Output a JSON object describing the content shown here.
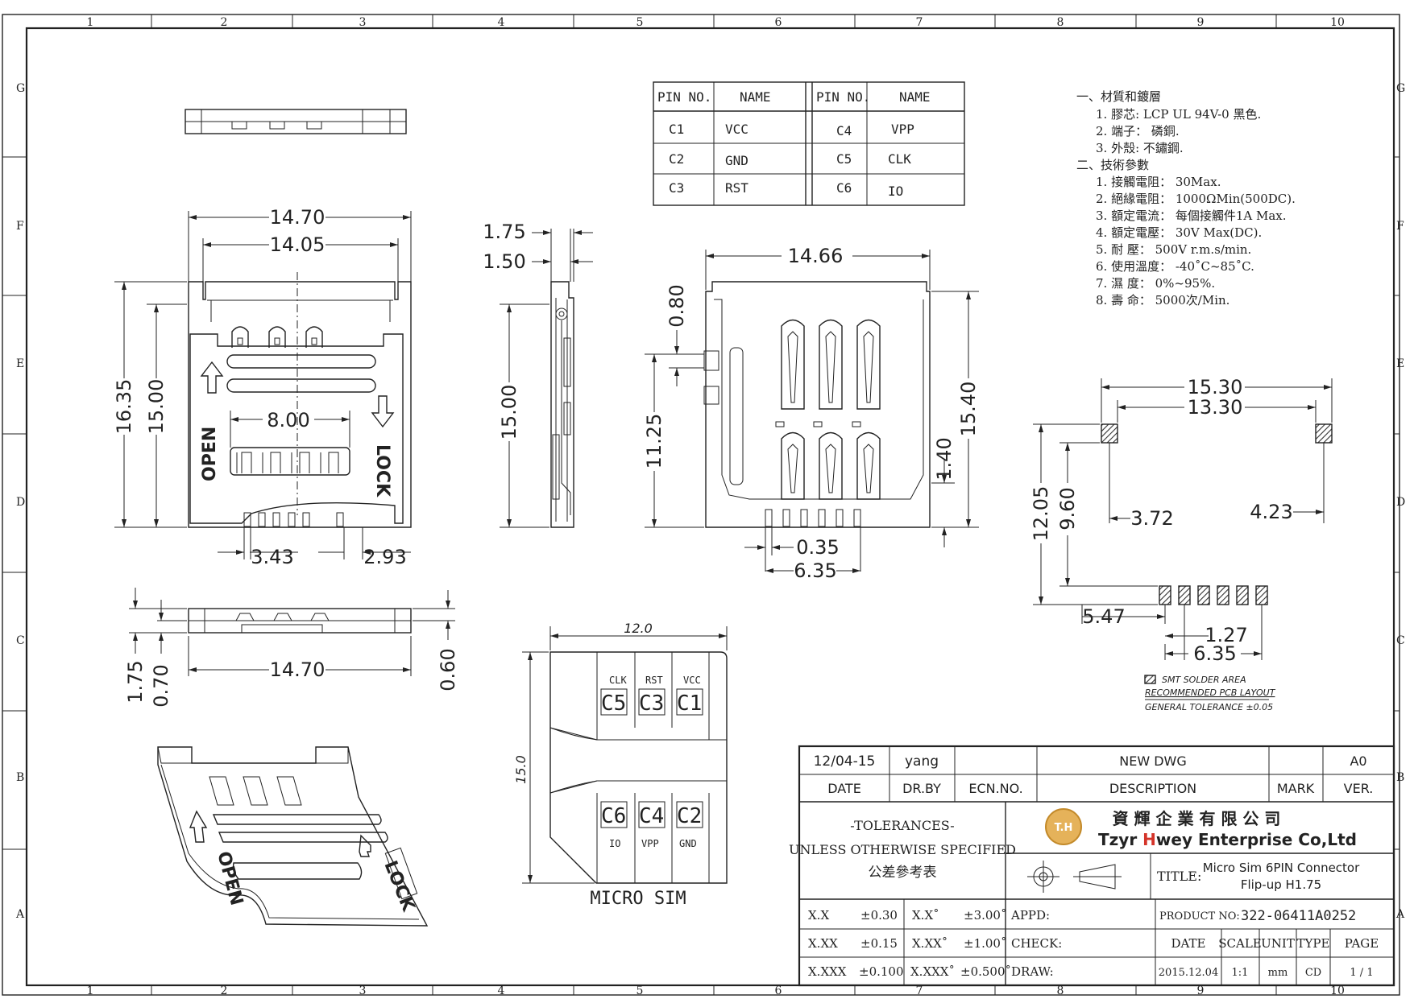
{
  "border": {
    "cols": [
      "1",
      "2",
      "3",
      "4",
      "5",
      "6",
      "7",
      "8",
      "9",
      "10"
    ],
    "rows": [
      "G",
      "F",
      "E",
      "D",
      "C",
      "B",
      "A"
    ]
  },
  "pin_table": {
    "headers": [
      "PIN NO.",
      "NAME",
      "PIN NO.",
      "NAME"
    ],
    "rows": [
      [
        "C1",
        "VCC",
        "C4",
        "VPP"
      ],
      [
        "C2",
        "GND",
        "C5",
        "CLK"
      ],
      [
        "C3",
        "RST",
        "C6",
        "IO"
      ]
    ]
  },
  "specs": {
    "sec1": "一、材質和鍍層",
    "sec1_items": [
      "1. 膠芯: LCP  UL 94V-0 黑色.",
      "2. 端子： 磷銅.",
      "3. 外殼: 不鏽鋼."
    ],
    "sec2": "二、技術參數",
    "sec2_items": [
      "1. 接觸電阻： 30Max.",
      "2. 絕緣電阻： 1000ΩMin(500DC).",
      "3. 額定電流： 每個接觸件1A Max.",
      "4. 額定電壓： 30V Max(DC).",
      "5. 耐       壓： 500V r.m.s/min.",
      "6. 使用溫度： -40˚C~85˚C.",
      "7. 濕       度： 0%~95%.",
      "8. 壽       命： 5000次/Min."
    ]
  },
  "dims": {
    "top_w1": "14.70",
    "top_w2": "14.05",
    "h1": "16.35",
    "h2": "15.00",
    "win": "8.00",
    "l343": "3.43",
    "l293": "2.93",
    "side_w1": "1.75",
    "side_w2": "1.50",
    "side_h": "15.00",
    "back_w": "14.66",
    "d080": "0.80",
    "d1125": "11.25",
    "d1540": "15.40",
    "d140": "1.40",
    "d035": "0.35",
    "d635": "6.35",
    "front_w": "14.70",
    "f175": "1.75",
    "f070": "0.70",
    "f060": "0.60",
    "pcb_1530": "15.30",
    "pcb_1330": "13.30",
    "pcb_1205": "12.05",
    "pcb_960": "9.60",
    "pcb_372": "3.72",
    "pcb_423": "4.23",
    "pcb_547": "5.47",
    "pcb_127": "1.27",
    "pcb_635": "6.35",
    "sim_w": "12.0",
    "sim_h": "15.0"
  },
  "labels": {
    "open": "OPEN",
    "lock": "LOCK",
    "sim_top": [
      "CLK",
      "RST",
      "VCC"
    ],
    "sim_top_pins": [
      "C5",
      "C3",
      "C1"
    ],
    "sim_bot": [
      "IO",
      "VPP",
      "GND"
    ],
    "sim_bot_pins": [
      "C6",
      "C4",
      "C2"
    ],
    "micro_sim": "MICRO SIM",
    "smt": "SMT SOLDER AREA",
    "pcb_layout": "RECOMMENDED PCB LAYOUT",
    "gen_tol": "GENERAL TOLERANCE ±0.05"
  },
  "title_block": {
    "date_val": "12/04-15",
    "drby_val": "yang",
    "desc_val": "NEW DWG",
    "ver_val": "A0",
    "h_date": "DATE",
    "h_drby": "DR.BY",
    "h_ecn": "ECN.NO.",
    "h_desc": "DESCRIPTION",
    "h_mark": "MARK",
    "h_ver": "VER.",
    "tol_title": "-TOLERANCES-",
    "tol_sub": "UNLESS OTHERWISE SPECIFIED",
    "tol_cn": "公差參考表",
    "company_cn": "資 輝 企 業 有 限 公 司",
    "company_en_pre": "Tzyr ",
    "company_en_h": "H",
    "company_en_post": "wey Enterprise Co,Ltd",
    "logo": "T.H",
    "title_label": "TITLE:",
    "title_1": "Micro Sim 6PIN Connector",
    "title_2": "Flip-up H1.75",
    "tol_rows": [
      [
        "X.X",
        "±0.30",
        "X.X˚",
        "±3.00˚"
      ],
      [
        "X.XX",
        "±0.15",
        "X.XX˚",
        "±1.00˚"
      ],
      [
        "X.XXX",
        "±0.100",
        "X.XXX˚",
        "±0.500˚"
      ]
    ],
    "appd": "APPD:",
    "check": "CHECK:",
    "draw": "DRAW:",
    "product_label": "PRODUCT NO:",
    "product_no": "322-06411A0252",
    "h_date2": "DATE",
    "h_scale": "SCALE",
    "h_unit": "UNIT",
    "h_type": "TYPE",
    "h_page": "PAGE",
    "v_date": "2015.12.04",
    "v_scale": "1:1",
    "v_unit": "mm",
    "v_type": "CD",
    "v_page": "1 / 1"
  }
}
